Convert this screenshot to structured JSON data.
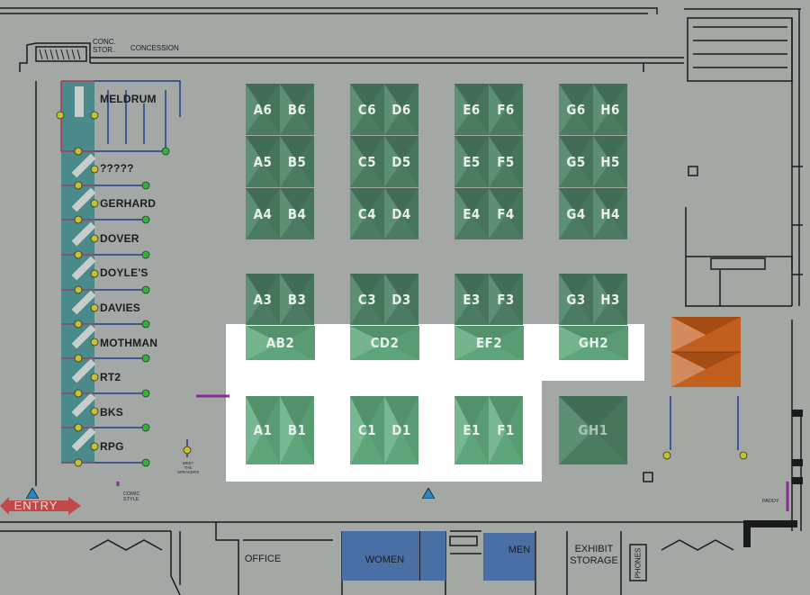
{
  "map": {
    "booths": [
      {
        "id": "a6",
        "label": "A6"
      },
      {
        "id": "b6",
        "label": "B6"
      },
      {
        "id": "c6",
        "label": "C6"
      },
      {
        "id": "d6",
        "label": "D6"
      },
      {
        "id": "e6",
        "label": "E6"
      },
      {
        "id": "f6",
        "label": "F6"
      },
      {
        "id": "g6",
        "label": "G6"
      },
      {
        "id": "h6",
        "label": "H6"
      },
      {
        "id": "a5",
        "label": "A5"
      },
      {
        "id": "b5",
        "label": "B5"
      },
      {
        "id": "c5",
        "label": "C5"
      },
      {
        "id": "d5",
        "label": "D5"
      },
      {
        "id": "e5",
        "label": "E5"
      },
      {
        "id": "f5",
        "label": "F5"
      },
      {
        "id": "g5",
        "label": "G5"
      },
      {
        "id": "h5",
        "label": "H5"
      },
      {
        "id": "a4",
        "label": "A4"
      },
      {
        "id": "b4",
        "label": "B4"
      },
      {
        "id": "c4",
        "label": "C4"
      },
      {
        "id": "d4",
        "label": "D4"
      },
      {
        "id": "e4",
        "label": "E4"
      },
      {
        "id": "f4",
        "label": "F4"
      },
      {
        "id": "g4",
        "label": "G4"
      },
      {
        "id": "h4",
        "label": "H4"
      },
      {
        "id": "a3",
        "label": "A3"
      },
      {
        "id": "b3",
        "label": "B3"
      },
      {
        "id": "c3",
        "label": "C3"
      },
      {
        "id": "d3",
        "label": "D3"
      },
      {
        "id": "e3",
        "label": "E3"
      },
      {
        "id": "f3",
        "label": "F3"
      },
      {
        "id": "g3",
        "label": "G3"
      },
      {
        "id": "h3",
        "label": "H3"
      },
      {
        "id": "ab2",
        "label": "AB2"
      },
      {
        "id": "cd2",
        "label": "CD2"
      },
      {
        "id": "ef2",
        "label": "EF2"
      },
      {
        "id": "gh2",
        "label": "GH2"
      },
      {
        "id": "a1",
        "label": "A1"
      },
      {
        "id": "b1",
        "label": "B1"
      },
      {
        "id": "c1",
        "label": "C1"
      },
      {
        "id": "d1",
        "label": "D1"
      },
      {
        "id": "e1",
        "label": "E1"
      },
      {
        "id": "f1",
        "label": "F1"
      },
      {
        "id": "gh1",
        "label": "GH1"
      }
    ],
    "vendors": [
      "MELDRUM",
      "?????",
      "GERHARD",
      "DOVER",
      "DOYLE'S",
      "DAVIES",
      "MOTHMAN",
      "RT2",
      "BKS",
      "RPG"
    ],
    "rooms": {
      "conc_stor": "CONC.\nSTOR.",
      "concession": "CONCESSION",
      "office": "OFFICE",
      "women": "WOMEN",
      "men": "MEN",
      "exhibit_storage": "EXHIBIT\nSTORAGE",
      "phones": "PHONES"
    },
    "small_labels": {
      "meet_speakers": "MEET\nTHE\nSPEAKERS",
      "comic_style": "COMIC\nSTYLE",
      "paddy": "PADDY"
    },
    "entry": "ENTRY",
    "colors": {
      "background": "#a3a8a5",
      "booth_dark": "#4b7c61",
      "booth_light": "#5ea57b",
      "highlight": "#ffffff",
      "restroom": "#4a6fa5",
      "orange_booth": "#c05f1e",
      "entry_arrow": "#c0494a",
      "vendor_table": "#4a8a8b"
    }
  }
}
